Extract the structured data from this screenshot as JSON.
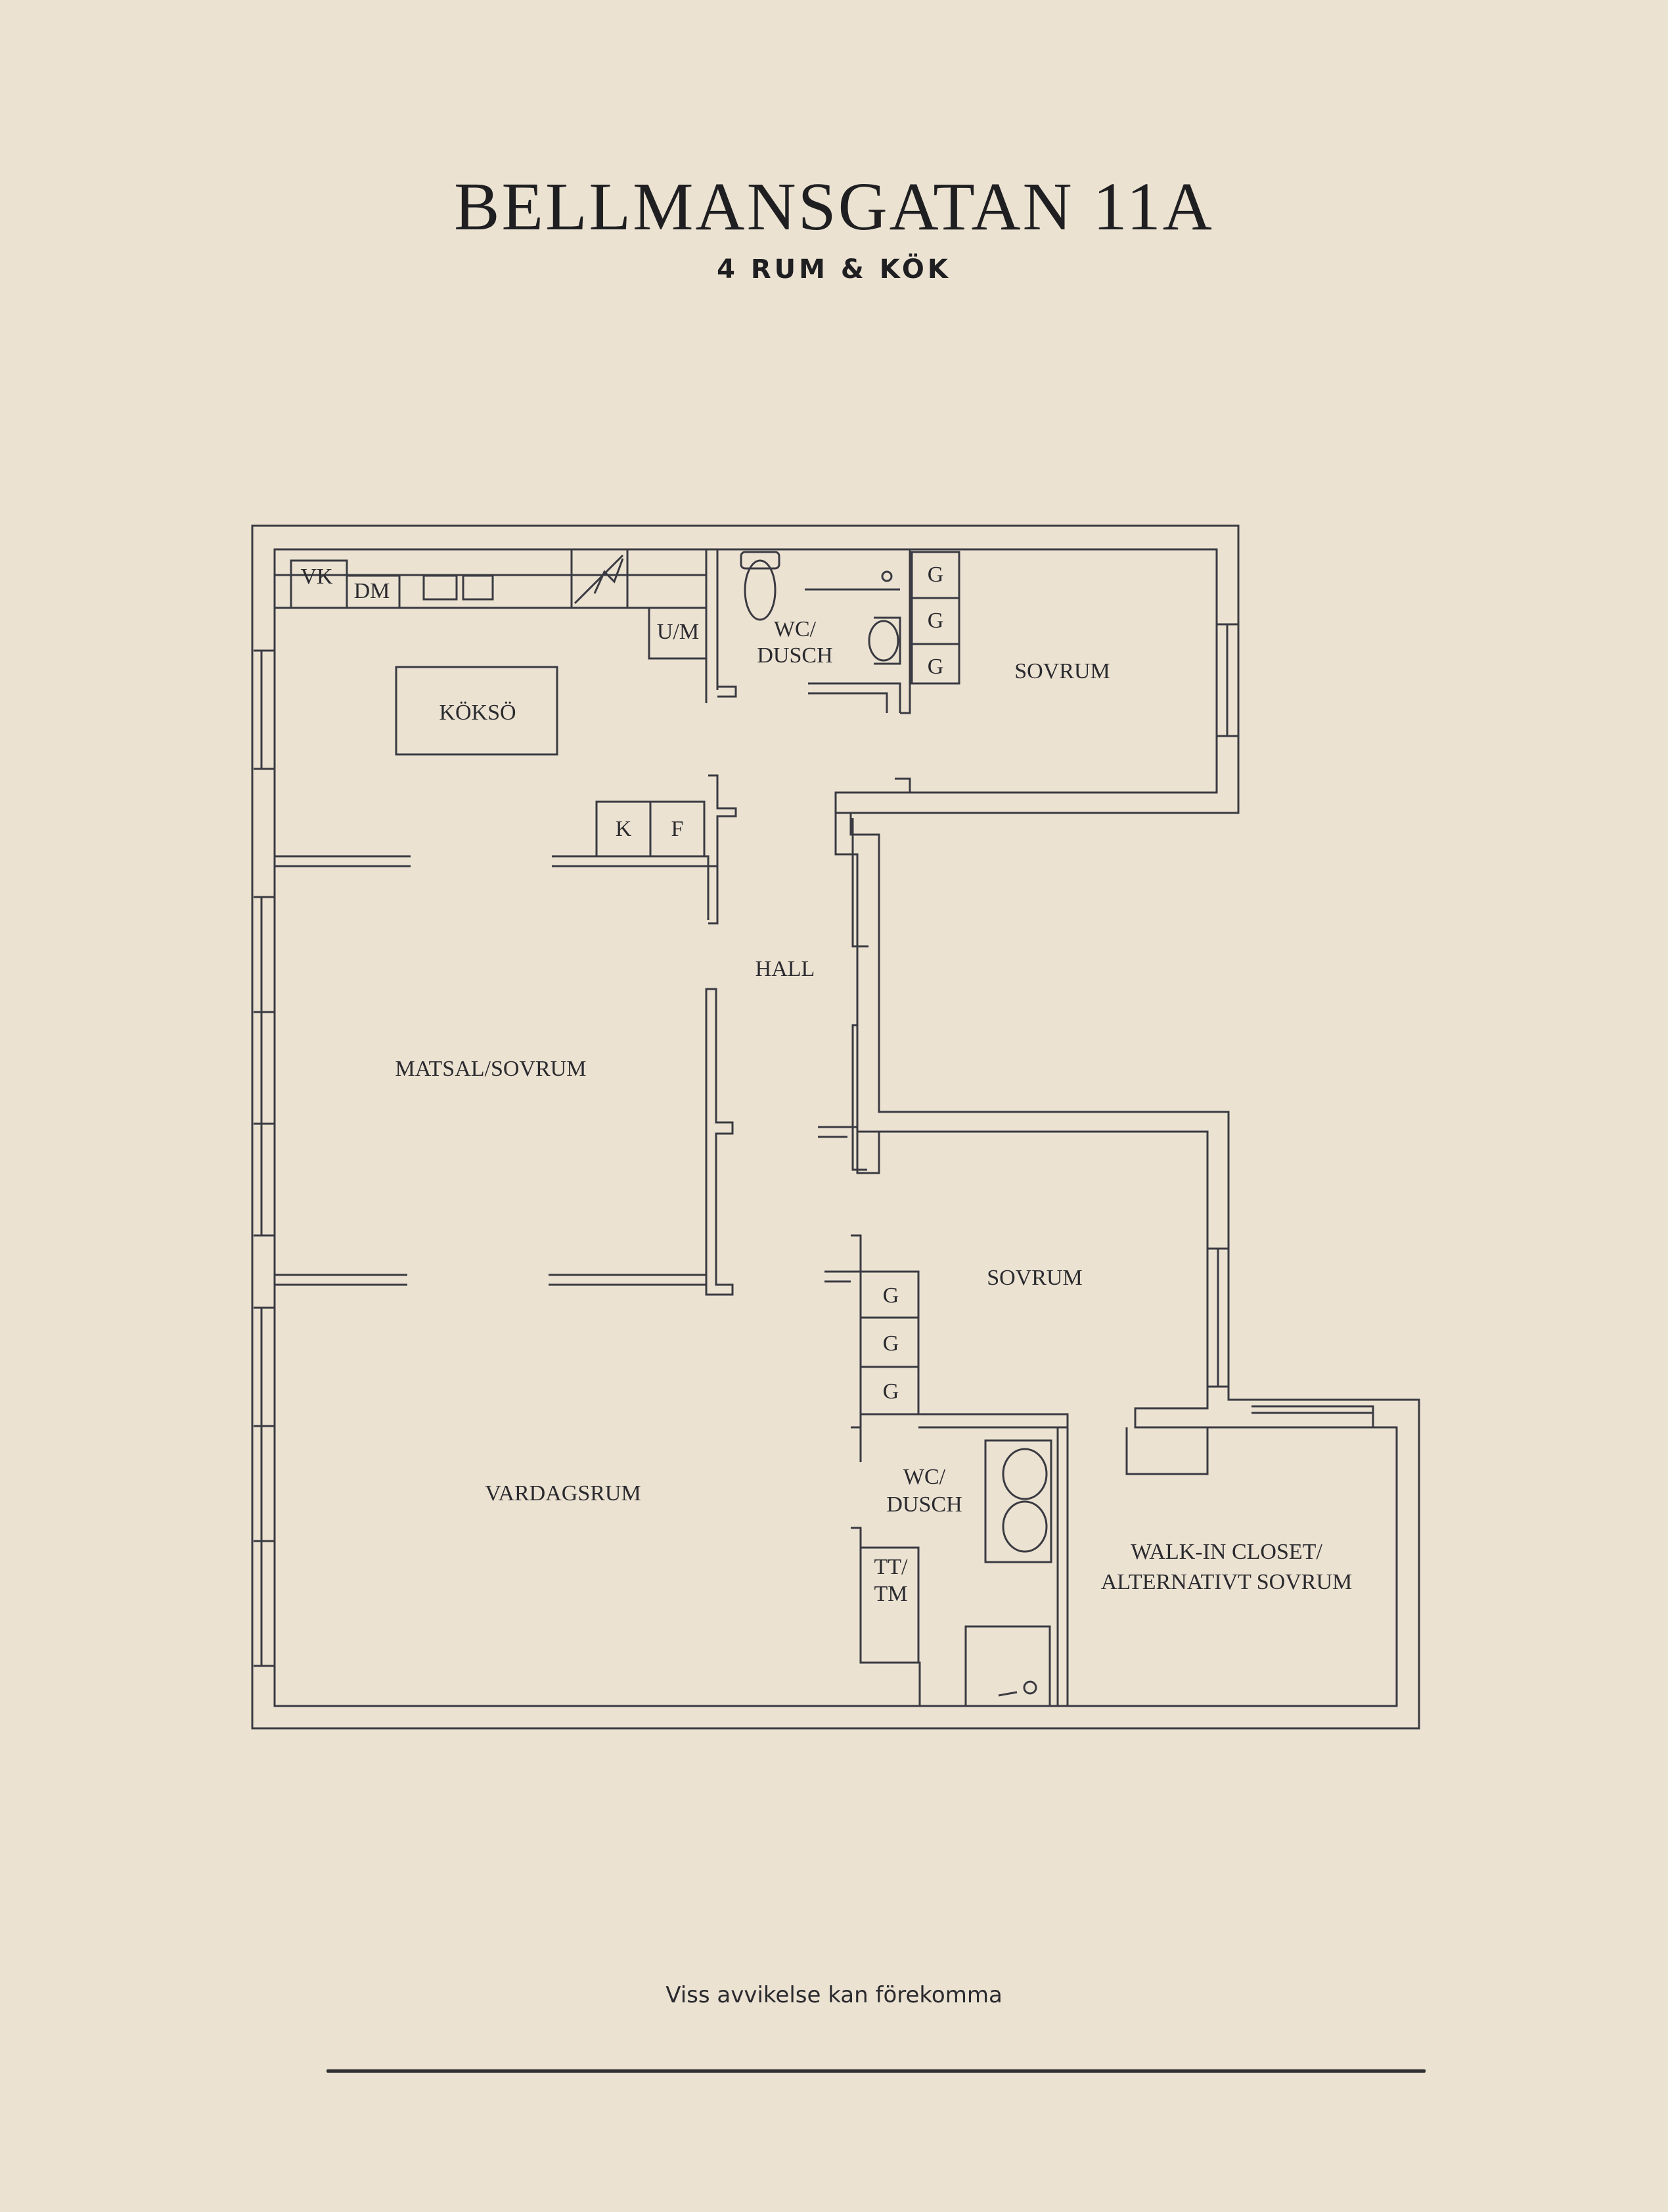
{
  "header": {
    "title": "BELLMANSGATAN 11A",
    "subtitle": "4 RUM & KÖK"
  },
  "floorplan": {
    "rooms": {
      "koksö": "KÖKSÖ",
      "wc_dusch_1": [
        "WC/",
        "DUSCH"
      ],
      "sovrum_1": "SOVRUM",
      "hall": "HALL",
      "matsal_sovrum": "MATSAL/SOVRUM",
      "sovrum_2": "SOVRUM",
      "vardagsrum": "VARDAGSRUM",
      "wc_dusch_2": [
        "WC/",
        "DUSCH"
      ],
      "walk_in": [
        "WALK-IN CLOSET/",
        "ALTERNATIVT SOVRUM"
      ]
    },
    "fixtures": {
      "vk": "VK",
      "dm": "DM",
      "um": "U/M",
      "k": "K",
      "f": "F",
      "g": "G",
      "tt_tm": [
        "TT/",
        "TM"
      ]
    },
    "line_color": "#3a3a42"
  },
  "footer": {
    "disclaimer": "Viss avvikelse kan förekomma"
  }
}
